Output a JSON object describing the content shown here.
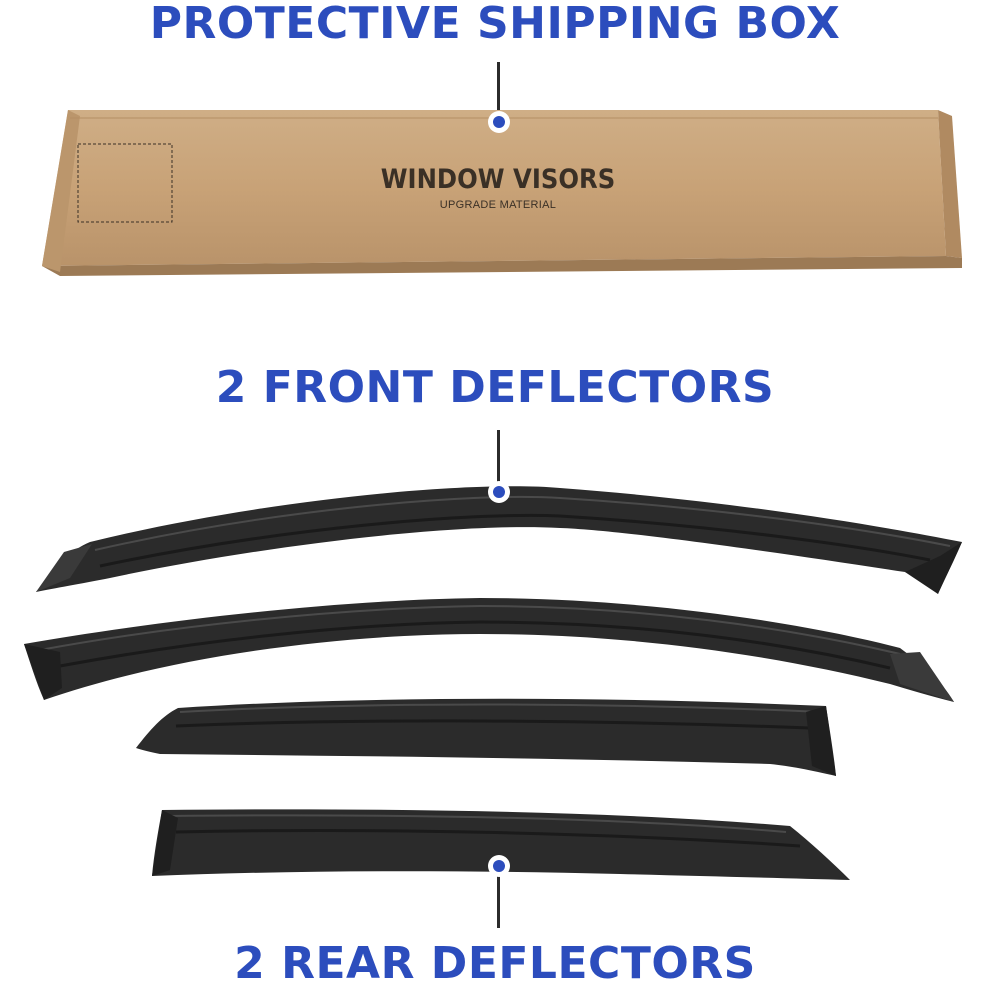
{
  "headings": {
    "box": "PROTECTIVE SHIPPING BOX",
    "front": "2 FRONT DEFLECTORS",
    "rear": "2 REAR DEFLECTORS"
  },
  "box_label": {
    "title": "WINDOW VISORS",
    "subtitle": "UPGRADE MATERIAL"
  },
  "colors": {
    "accent": "#2c4dbd",
    "cardboard": "#c9a47a",
    "visor": "#2a2a2a"
  },
  "items": {
    "front_deflectors": 2,
    "rear_deflectors": 2
  }
}
